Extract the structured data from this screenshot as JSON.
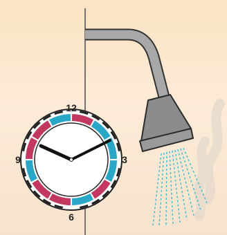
{
  "scene": {
    "clock": {
      "numerals": {
        "top": "12",
        "right": "3",
        "bottom": "6",
        "left": "9"
      },
      "colors": {
        "ring_blue": "#2aa6c6",
        "ring_red": "#c2385e",
        "face": "#ffffff",
        "bezel": "#222222",
        "hands": "#111111"
      }
    },
    "shower": {
      "colors": {
        "pipe": "#a9a9a9",
        "head": "#8e8e8e",
        "water": "#48bfd3",
        "steam": "#e7dccf"
      }
    },
    "wall_line_color": "#555555"
  }
}
